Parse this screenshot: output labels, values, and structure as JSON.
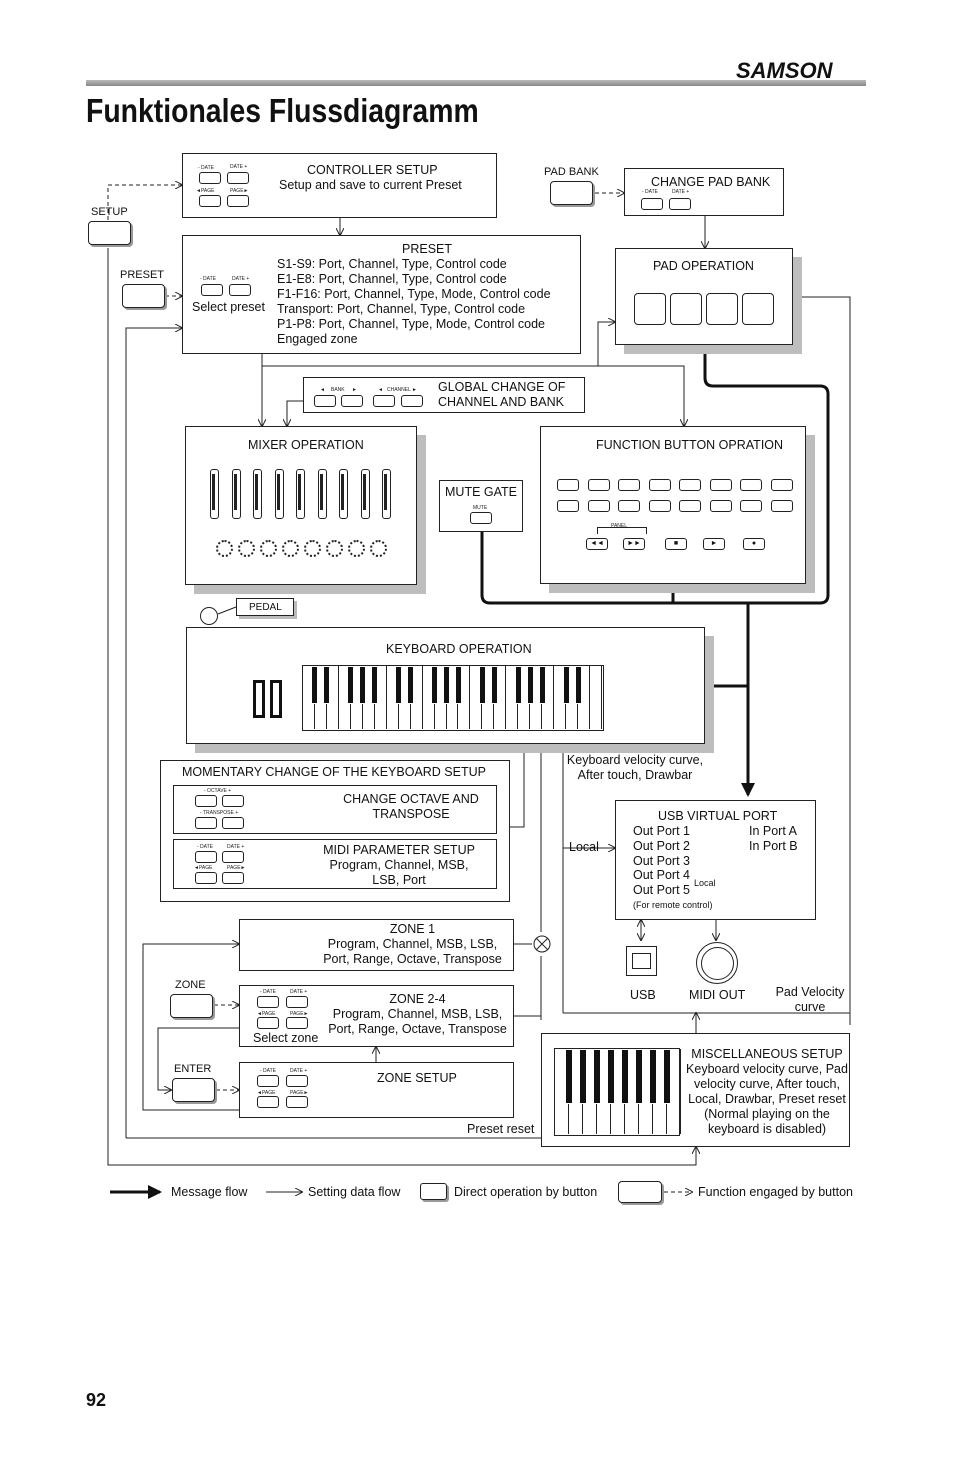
{
  "header": {
    "brand": "SAMSON",
    "title": "Funktionales Flussdiagramm",
    "page_number": "92"
  },
  "buttons": {
    "date_minus": "- DATE",
    "date_plus": "DATE +",
    "page_left": "◄PAGE",
    "page_right": "PAGE►",
    "bank": "BANK",
    "channel": "CHANNEL",
    "octave": "- OCTAVE +",
    "transpose": "- TRANSPOSE +",
    "mute": "MUTE",
    "panel": "PANEL"
  },
  "side_buttons": {
    "setup": "SETUP",
    "preset": "PRESET",
    "pad_bank": "PAD BANK",
    "zone": "ZONE",
    "enter": "ENTER",
    "pedal": "PEDAL"
  },
  "boxes": {
    "controller_setup": {
      "title": "CONTROLLER SETUP",
      "subtitle": "Setup and save to current  Preset"
    },
    "change_pad_bank": {
      "title": "CHANGE PAD BANK"
    },
    "preset": {
      "title": "PRESET",
      "lines": [
        "S1-S9: Port, Channel, Type, Control code",
        "E1-E8: Port, Channel, Type, Control code",
        "F1-F16: Port, Channel, Type, Mode, Control code",
        "Transport: Port, Channel, Type, Control code",
        "P1-P8: Port, Channel, Type, Mode, Control code",
        "Engaged zone"
      ],
      "select_label": "Select preset"
    },
    "pad_operation": {
      "title": "PAD OPERATION"
    },
    "global_change": {
      "line1": "GLOBAL CHANGE OF",
      "line2": "CHANNEL AND BANK"
    },
    "mixer_operation": {
      "title": "MIXER OPERATION"
    },
    "mute_gate": {
      "title": "MUTE GATE"
    },
    "function_button": {
      "title": "FUNCTION BUTTON OPRATION"
    },
    "keyboard_operation": {
      "title": "KEYBOARD OPERATION"
    },
    "momentary_change": {
      "title": "MOMENTARY CHANGE OF THE KEYBOARD SETUP"
    },
    "change_octave": {
      "line1": "CHANGE OCTAVE AND",
      "line2": "TRANSPOSE"
    },
    "midi_parameter": {
      "line1": "MIDI PARAMETER SETUP",
      "line2": "Program, Channel, MSB,",
      "line3": "LSB, Port"
    },
    "zone1": {
      "line1": "ZONE 1",
      "line2": "Program, Channel, MSB, LSB,",
      "line3": "Port, Range, Octave, Transpose"
    },
    "zone24": {
      "line1": "ZONE 2-4",
      "line2": "Program, Channel, MSB, LSB,",
      "line3": "Port, Range, Octave, Transpose",
      "select": "Select zone"
    },
    "zone_setup": {
      "title": "ZONE SETUP"
    },
    "usb_virtual_port": {
      "title": "USB  VIRTUAL PORT",
      "out_ports": [
        "Out Port 1",
        "Out Port 2",
        "Out Port 3",
        "Out Port 4",
        "Out Port 5"
      ],
      "in_ports": [
        "In Port A",
        "In Port B"
      ],
      "local": "Local",
      "note": "(For remote control)"
    },
    "misc_setup": {
      "lines": [
        "MISCELLANEOUS SETUP",
        "Keyboard velocity curve, Pad",
        "velocity curve, After touch,",
        "Local, Drawbar, Preset reset",
        "(Normal playing on the",
        "keyboard is disabled)"
      ]
    }
  },
  "labels": {
    "kbd_velocity": [
      "Keyboard velocity curve,",
      "After touch, Drawbar"
    ],
    "local": "Local",
    "usb": "USB",
    "midi_out": "MIDI OUT",
    "pad_velocity": [
      "Pad Velocity",
      "curve"
    ],
    "preset_reset": "Preset reset"
  },
  "legend": {
    "message_flow": "Message flow",
    "setting_flow": "Setting data flow",
    "direct_op": "Direct operation by button",
    "function_engaged": "Function engaged by button"
  }
}
